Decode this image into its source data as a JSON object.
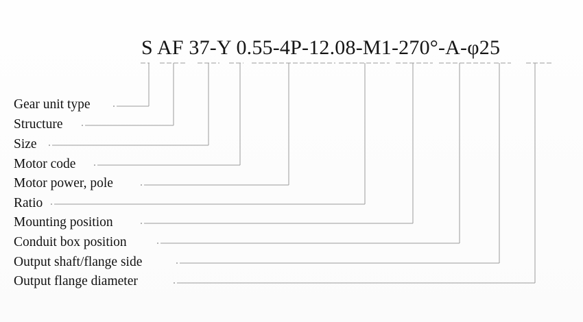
{
  "code": [
    {
      "id": "gear-unit-type",
      "text": "S"
    },
    {
      "id": "structure",
      "text": "AF"
    },
    {
      "id": "size",
      "text": "37-Y"
    },
    {
      "id": "motor-power-pole",
      "text": "0.55-4P-"
    },
    {
      "id": "ratio",
      "text": "12.08-"
    },
    {
      "id": "mounting-position",
      "text": "M1-"
    },
    {
      "id": "conduit-box-position",
      "text": "270°-"
    },
    {
      "id": "output-shaft-flange-side",
      "text": "A-"
    },
    {
      "id": "output-flange-diameter",
      "text": "φ25"
    }
  ],
  "labels": [
    {
      "id": "gear-unit-type",
      "text": "Gear unit type"
    },
    {
      "id": "structure",
      "text": "Structure"
    },
    {
      "id": "size",
      "text": "Size"
    },
    {
      "id": "motor-code",
      "text": "Motor code"
    },
    {
      "id": "motor-power-pole",
      "text": "Motor power, pole"
    },
    {
      "id": "ratio",
      "text": "Ratio"
    },
    {
      "id": "mounting-position",
      "text": "Mounting position"
    },
    {
      "id": "conduit-box-position",
      "text": "Conduit box position"
    },
    {
      "id": "output-shaft-flange-side",
      "text": "Output shaft/flange side"
    },
    {
      "id": "output-flange-diameter",
      "text": "Output flange diameter"
    }
  ],
  "colors": {
    "line": "#9a9a9a",
    "text": "#111111"
  }
}
